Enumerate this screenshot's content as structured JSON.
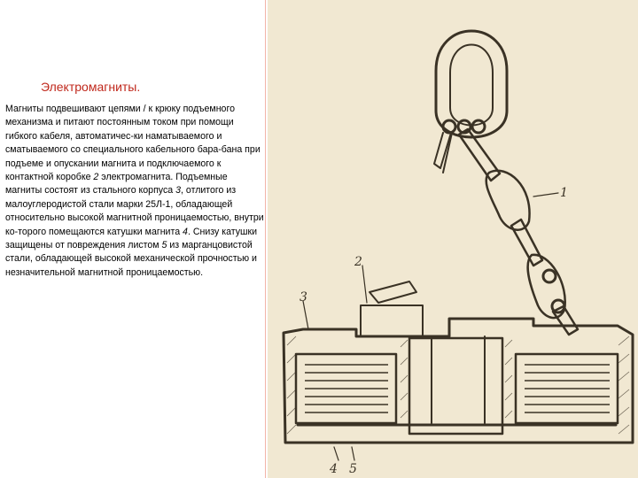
{
  "slide": {
    "title": "Электромагниты.",
    "paragraph_parts": [
      "Магниты подвешивают цепями / к крюку подъемного механизма и питают постоянным током при помощи гибкого кабеля, автоматичес-ки наматываемого и сматываемого со специального кабельного бара-бана при подъеме и опускании магнита и подключаемого к контактной коробке ",
      "2",
      " электромагнита. Подъемные магниты состоят из стального корпуса ",
      "3",
      ", отлитого из малоуглеродистой стали марки 25Л-1, обладающей относительно высокой магнитной проницаемостью, внутри ко-торого помещаются катушки магнита ",
      "4",
      ". Снизу катушки защищены от повреждения листом ",
      "5",
      " из марганцовистой стали, обладающей высокой механической прочностью и незначительной магнитной проницаемостью."
    ]
  },
  "figure": {
    "labels": [
      "1",
      "2",
      "3",
      "4",
      "5"
    ],
    "colors": {
      "paper": "#f1e8d2",
      "ink": "#3a3225"
    }
  }
}
